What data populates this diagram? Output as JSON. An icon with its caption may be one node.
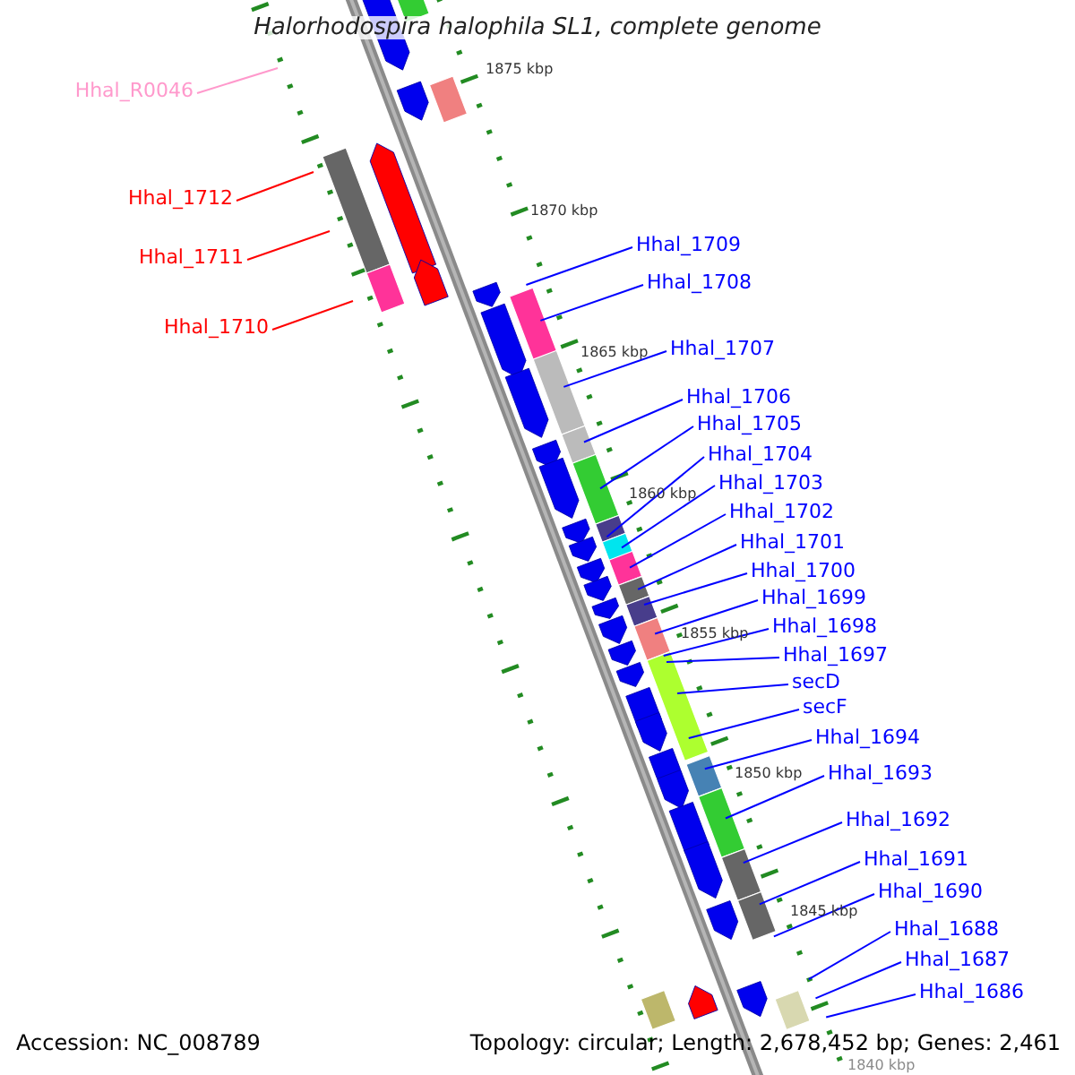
{
  "diagram": {
    "title": "Halorhodospira halophila SL1, complete genome",
    "nodes": [
      {
        "text": [
          "Hhal_R0046"
        ]
      },
      {
        "text": [
          "Hhal_1712"
        ]
      },
      {
        "text": [
          "Hhal_1711"
        ]
      },
      {
        "text": [
          "Hhal_1710"
        ]
      },
      {
        "text": [
          "Hhal_1709"
        ]
      },
      {
        "text": [
          "Hhal_1708"
        ]
      },
      {
        "text": [
          "Hhal_1707"
        ]
      },
      {
        "text": [
          "Hhal_1706"
        ]
      },
      {
        "text": [
          "Hhal_1705"
        ]
      },
      {
        "text": [
          "Hhal_1704"
        ]
      },
      {
        "text": [
          "Hhal_1703"
        ]
      },
      {
        "text": [
          "Hhal_1702"
        ]
      },
      {
        "text": [
          "Hhal_1701"
        ]
      },
      {
        "text": [
          "Hhal_1700"
        ]
      },
      {
        "text": [
          "Hhal_1699"
        ]
      },
      {
        "text": [
          "Hhal_1698"
        ]
      },
      {
        "text": [
          "Hhal_1697"
        ]
      },
      {
        "text": [
          "secD"
        ]
      },
      {
        "text": [
          "secF"
        ]
      },
      {
        "text": [
          "Hhal_1694"
        ]
      },
      {
        "text": [
          "Hhal_1693"
        ]
      },
      {
        "text": [
          "Hhal_1692"
        ]
      },
      {
        "text": [
          "Hhal_1691"
        ]
      },
      {
        "text": [
          "Hhal_1690"
        ]
      },
      {
        "text": [
          "Hhal_1688"
        ]
      },
      {
        "text": [
          "Hhal_1687"
        ]
      },
      {
        "text": [
          "Hhal_1686"
        ]
      }
    ],
    "edges": [
      {
        "from": 0,
        "to": null,
        "arrow": "none",
        "color": "#ff99cc"
      },
      {
        "from": 1,
        "to": null,
        "arrow": "none",
        "color": "#ff0000"
      },
      {
        "from": 2,
        "to": null,
        "arrow": "none",
        "color": "#ff0000"
      },
      {
        "from": 3,
        "to": null,
        "arrow": "none",
        "color": "#ff0000"
      },
      {
        "from": 4,
        "to": null,
        "arrow": "none"
      },
      {
        "from": 5,
        "to": null,
        "arrow": "none"
      },
      {
        "from": 6,
        "to": null,
        "arrow": "none"
      },
      {
        "from": 7,
        "to": null,
        "arrow": "none"
      },
      {
        "from": 8,
        "to": null,
        "arrow": "none"
      },
      {
        "from": 9,
        "to": null,
        "arrow": "none"
      },
      {
        "from": 10,
        "to": null,
        "arrow": "none"
      },
      {
        "from": 11,
        "to": null,
        "arrow": "none"
      },
      {
        "from": 12,
        "to": null,
        "arrow": "none"
      },
      {
        "from": 13,
        "to": null,
        "arrow": "none"
      },
      {
        "from": 14,
        "to": null,
        "arrow": "none"
      },
      {
        "from": 15,
        "to": null,
        "arrow": "none"
      },
      {
        "from": 16,
        "to": null,
        "arrow": "none"
      },
      {
        "from": 17,
        "to": null,
        "arrow": "none"
      },
      {
        "from": 18,
        "to": null,
        "arrow": "none"
      },
      {
        "from": 19,
        "to": null,
        "arrow": "none"
      },
      {
        "from": 20,
        "to": null,
        "arrow": "none"
      },
      {
        "from": 21,
        "to": null,
        "arrow": "none"
      },
      {
        "from": 22,
        "to": null,
        "arrow": "none"
      },
      {
        "from": 23,
        "to": null,
        "arrow": "none"
      },
      {
        "from": 24,
        "to": null,
        "arrow": "none"
      },
      {
        "from": 25,
        "to": null,
        "arrow": "none"
      },
      {
        "from": 26,
        "to": null,
        "arrow": "none"
      }
    ],
    "labels": [
      "1875 kbp",
      "1870 kbp",
      "1865 kbp",
      "1860 kbp",
      "1855 kbp",
      "1850 kbp",
      "1845 kbp",
      "1840 kbp",
      "Accession: NC_008789",
      "Topology: circular; Length: 2,678,452 bp; Genes: 2,461"
    ]
  }
}
